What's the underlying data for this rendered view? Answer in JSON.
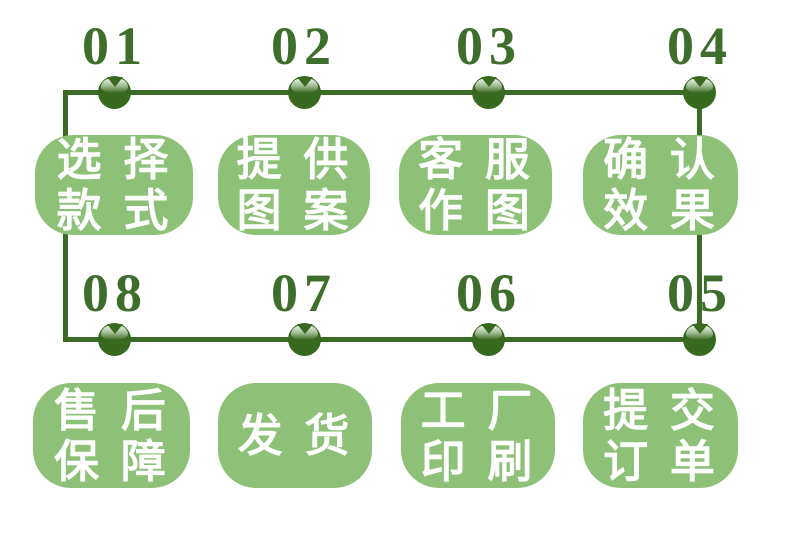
{
  "diagram": {
    "type": "process-flow",
    "rows": 2,
    "direction": "row1 left-to-right (01-04), down on right, row2 right-to-left (05-08)"
  },
  "colors": {
    "background": "#ffffff",
    "box_fill_green": "#8ec178",
    "connector_dark_green": "#3a6b24",
    "dot_dark_green": "#376a1e",
    "number_green": "#3e6e2c",
    "box_text": "#ffffff"
  },
  "steps": [
    {
      "number": "01",
      "label_line1": "选 择",
      "label_line2": "款 式"
    },
    {
      "number": "02",
      "label_line1": "提 供",
      "label_line2": "图 案"
    },
    {
      "number": "03",
      "label_line1": "客 服",
      "label_line2": "作 图"
    },
    {
      "number": "04",
      "label_line1": "确 认",
      "label_line2": "效 果"
    },
    {
      "number": "05",
      "label_line1": "提 交",
      "label_line2": "订 单"
    },
    {
      "number": "06",
      "label_line1": "工 厂",
      "label_line2": "印 刷"
    },
    {
      "number": "07",
      "label_line1": "发 货",
      "label_line2": ""
    },
    {
      "number": "08",
      "label_line1": "售 后",
      "label_line2": "保 障"
    }
  ]
}
